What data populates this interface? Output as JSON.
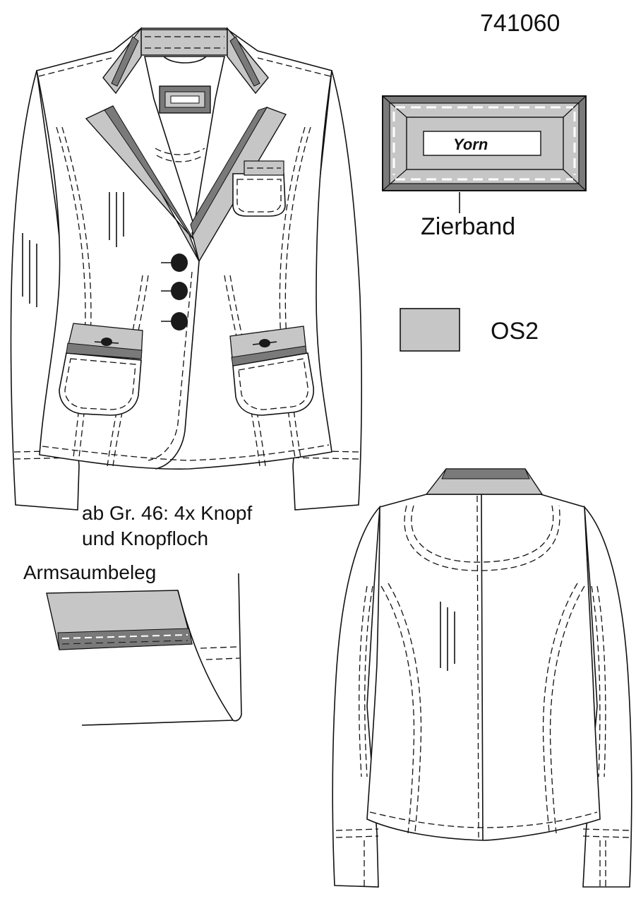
{
  "article_number": "741060",
  "labels": {
    "zierband": "Zierband",
    "os2": "OS2",
    "button_note_line1": "ab Gr. 46: 4x Knopf",
    "button_note_line2": "und Knopfloch",
    "armsaumbeleg": "Armsaumbeleg",
    "brand": "Yorn"
  },
  "colors": {
    "dark_gray": "#7a7a7a",
    "light_gray": "#c6c6c6",
    "line": "#111111",
    "button": "#1a1a1a"
  }
}
